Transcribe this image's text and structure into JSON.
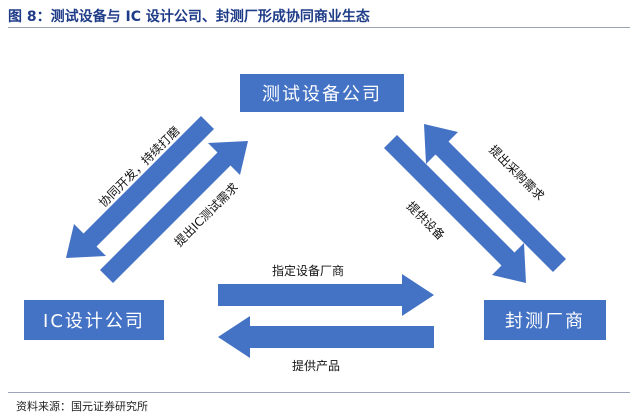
{
  "figure": {
    "title": "图 8：测试设备与 IC 设计公司、封测厂形成协同商业生态",
    "source": "资料来源：国元证券研究所"
  },
  "nodes": {
    "test_equipment": "测试设备公司",
    "ic_design": "IC设计公司",
    "packaging_testing": "封测厂商"
  },
  "edges": {
    "collab_dev": "协同开发，持续打磨",
    "ic_test_demand": "提出IC测试需求",
    "purchase_demand": "提出采购需求",
    "provide_equipment": "提供设备",
    "designate_vendor": "指定设备厂商",
    "provide_products": "提供产品"
  },
  "colors": {
    "arrow": "#4472c4",
    "box": "#4472c4",
    "title": "#1f3c88"
  }
}
